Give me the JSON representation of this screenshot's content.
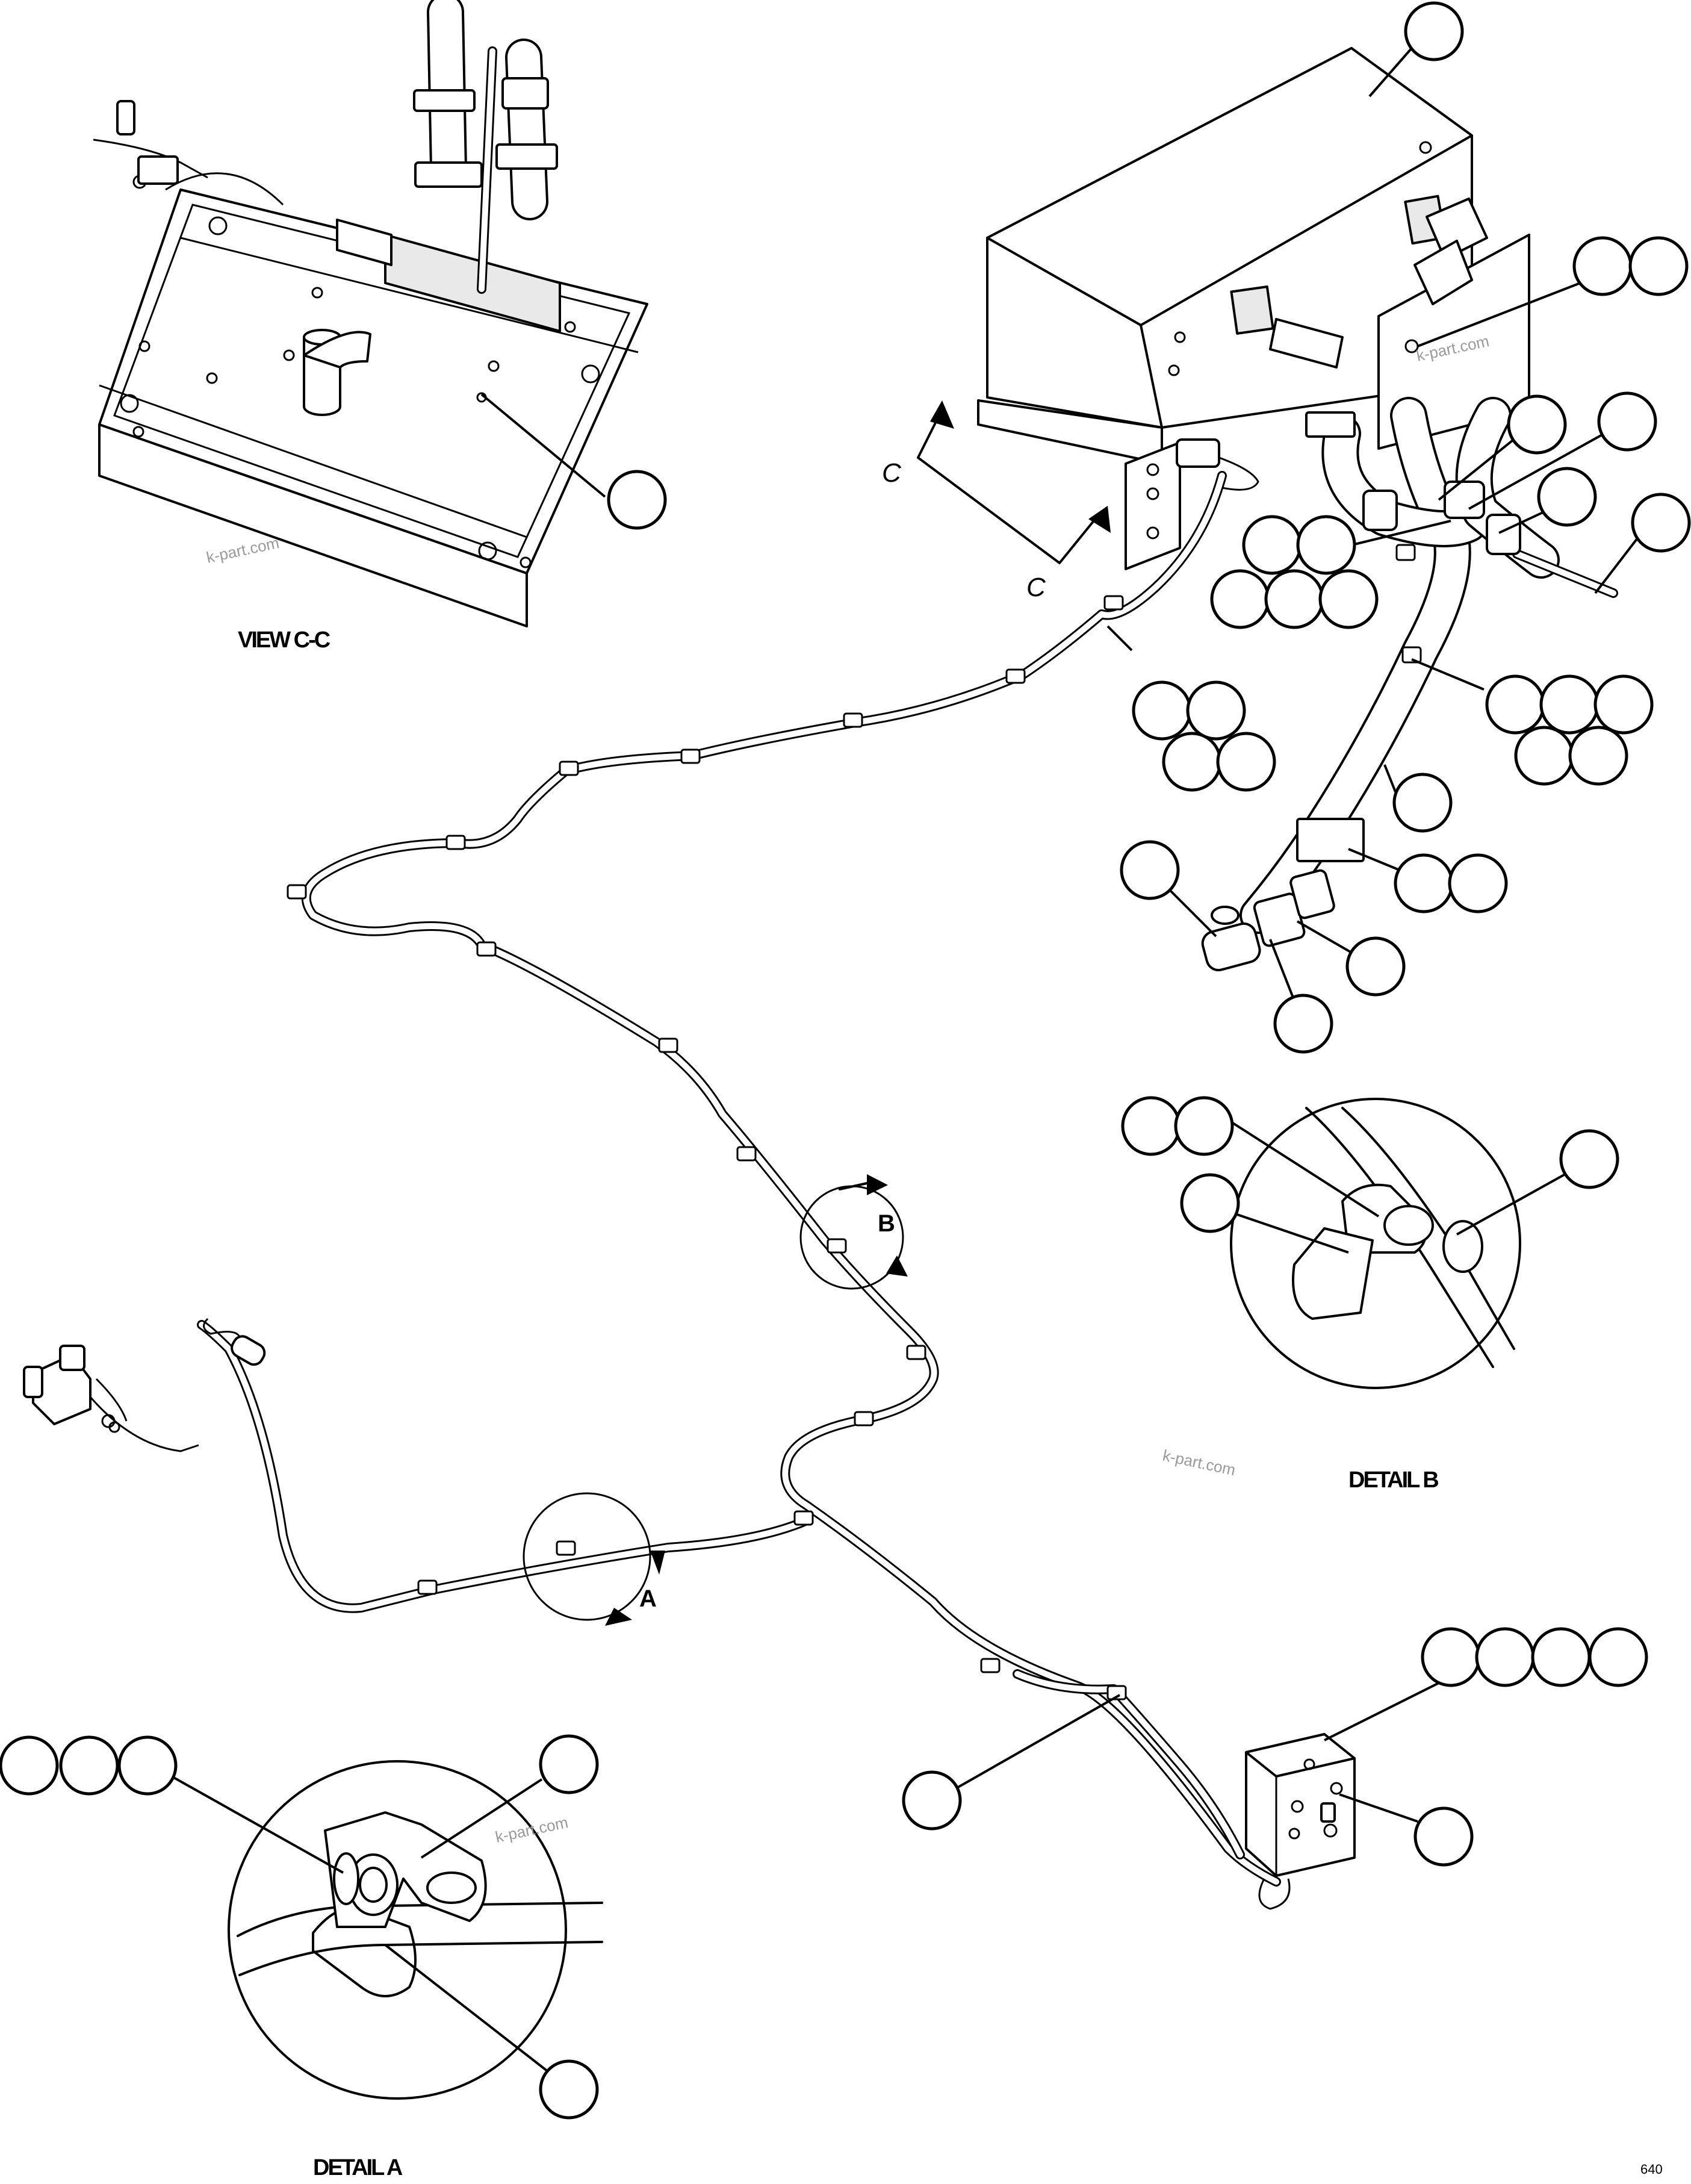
{
  "labels": {
    "view": "VIEW C-C",
    "detail_a": "DETAIL A",
    "detail_b": "DETAIL B",
    "detail_a_marker": "A",
    "detail_b_marker": "B",
    "section_c_top": "C",
    "section_c_bottom": "C",
    "page_number": "640"
  },
  "watermarks": [
    "k-part.com",
    "k-part.com",
    "k-part.com",
    "k-part.com"
  ]
}
